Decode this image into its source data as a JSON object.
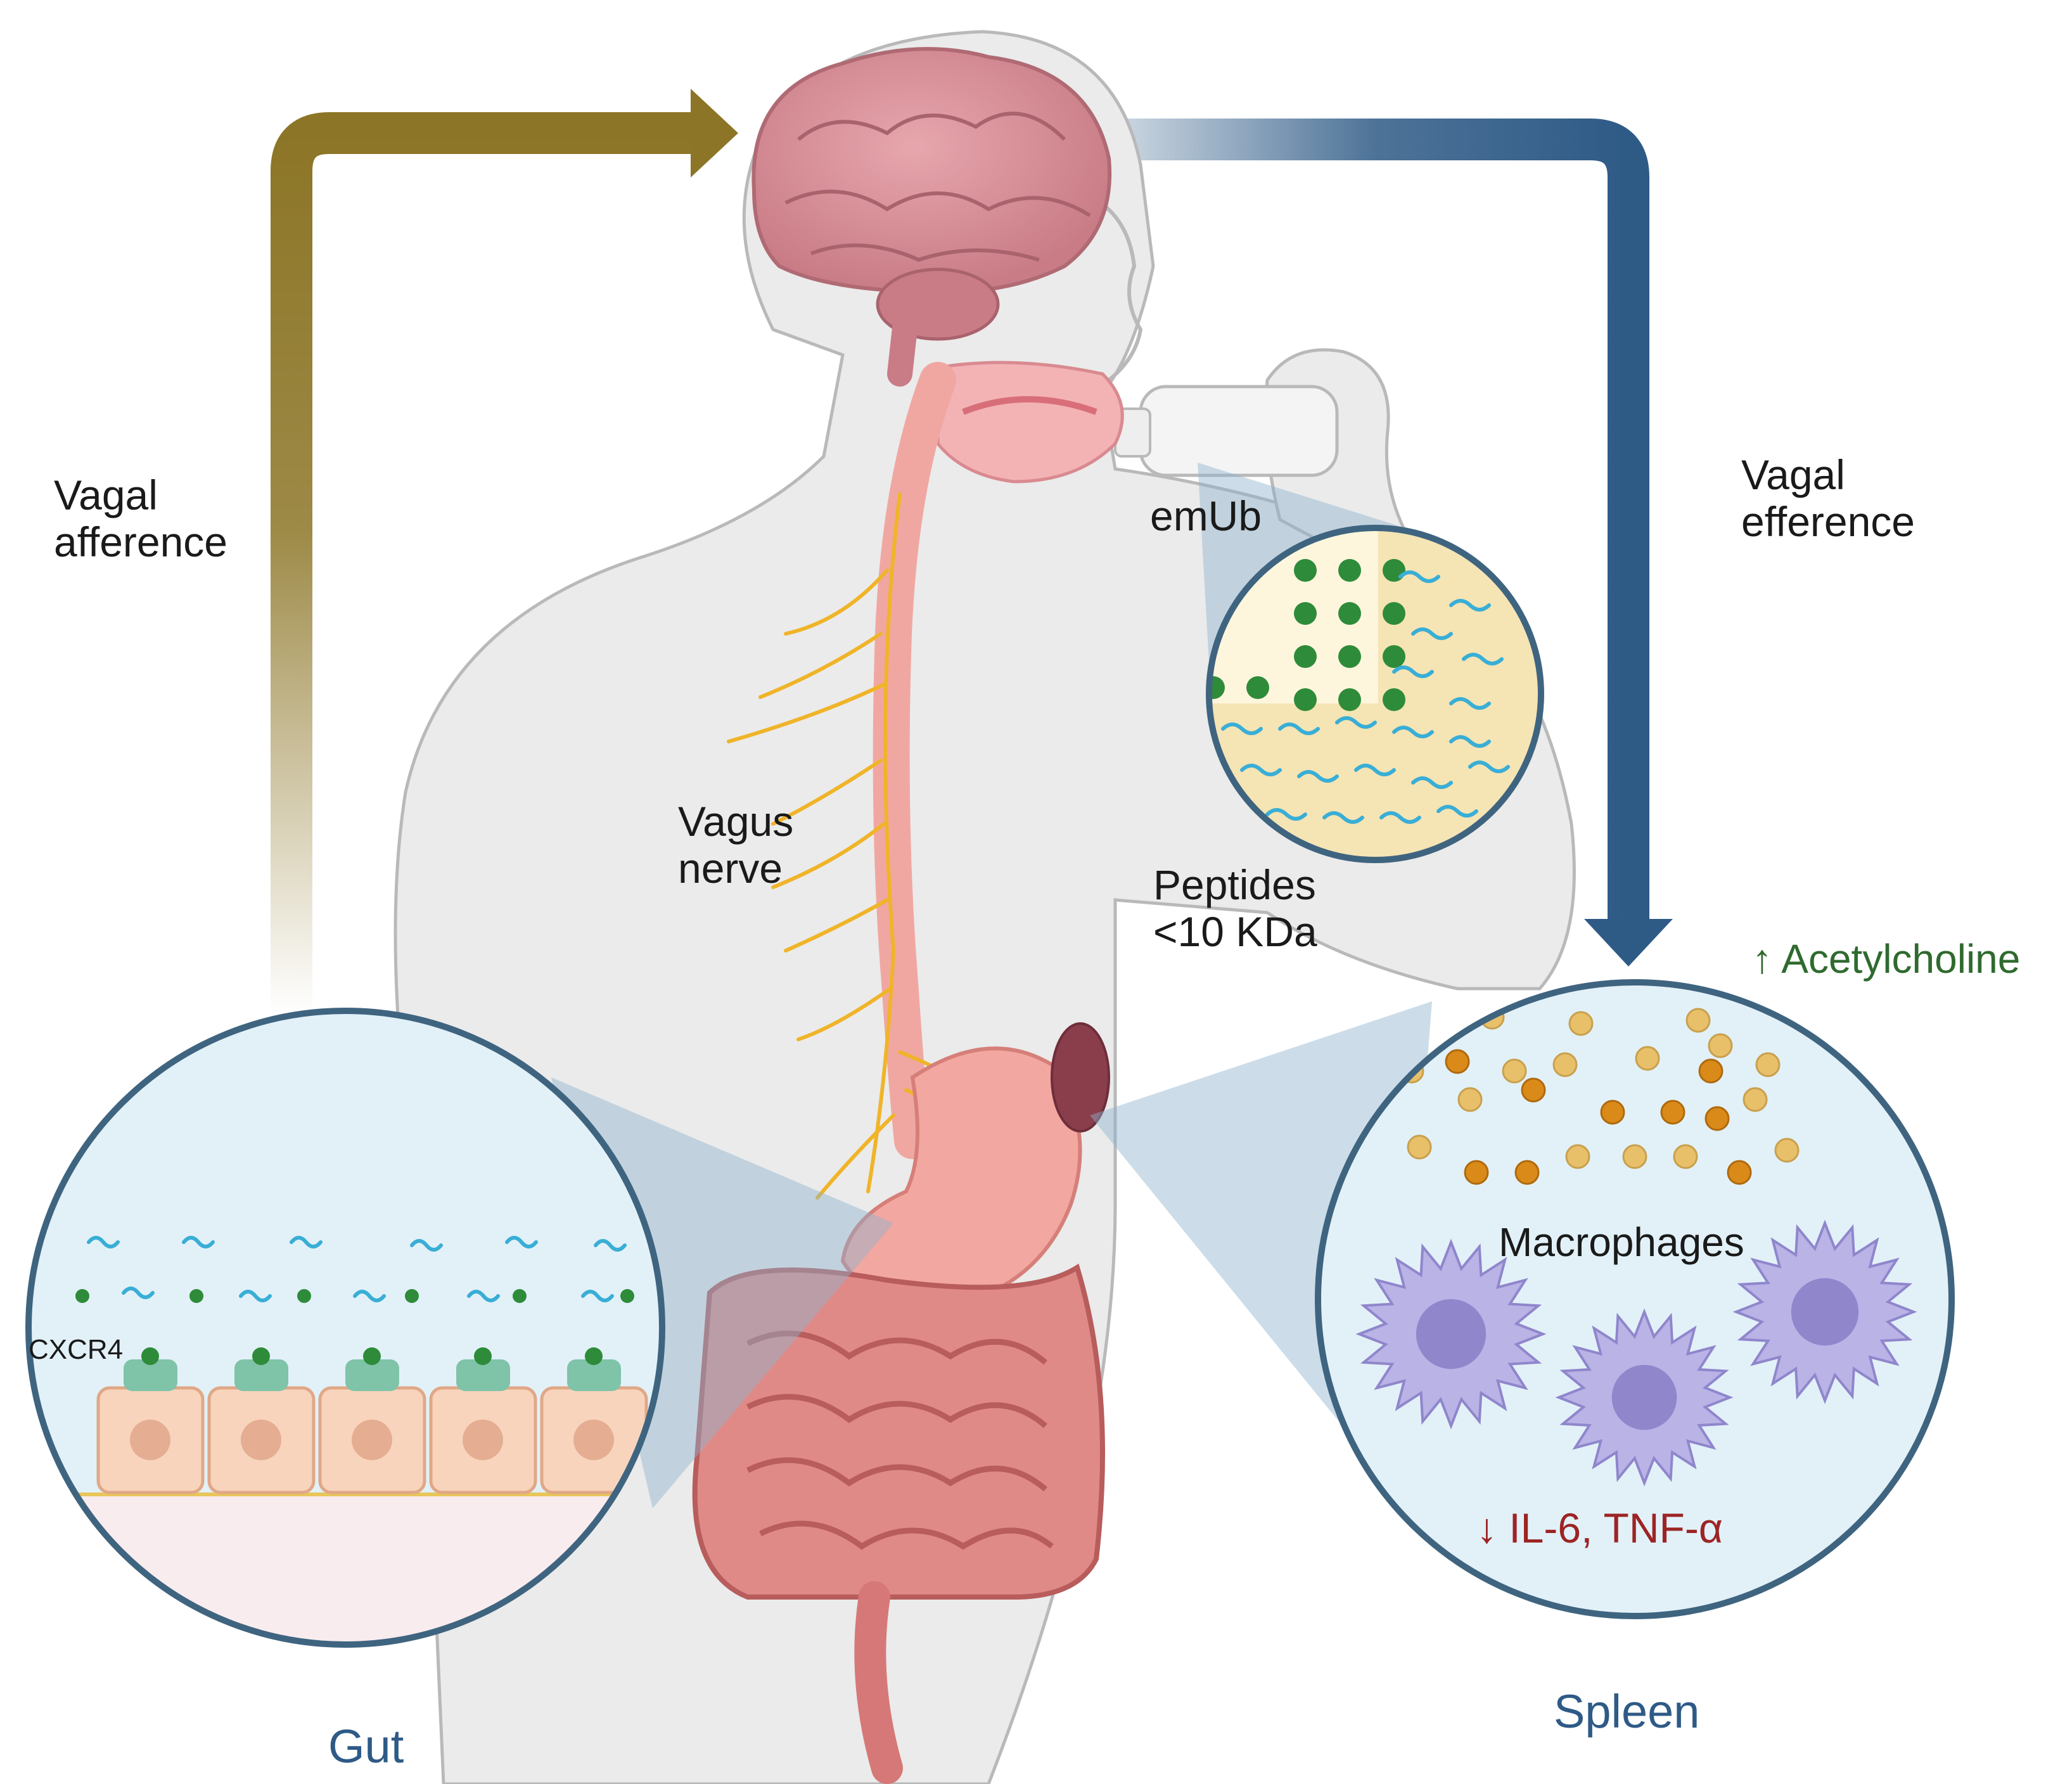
{
  "labels": {
    "vagal_afference": "Vagal\nafference",
    "vagal_efference": "Vagal\nefference",
    "emub": "emUb",
    "vagus_nerve": "Vagus\nnerve",
    "peptides": "Peptides\n<10 KDa",
    "acetylcholine": "↑ Acetylcholine",
    "cxcr4": "CXCR4",
    "macrophages": "Macrophages",
    "cytokines": "↓ IL-6, TNF-α",
    "gut": "Gut",
    "spleen": "Spleen"
  },
  "colors": {
    "afferent_arrow": "#8c7526",
    "efferent_arrow": "#2e5a86",
    "zoom_fill": "#e2f1f8",
    "zoom_border": "#3f6480",
    "green_dot": "#2e8b3a",
    "peptide_line": "#39aed6",
    "nerve": "#f0b429",
    "macrophage": "#b9b3e6",
    "macrophage_nucleus": "#8f86cc",
    "bead_light": "#e8c06a",
    "bead_dark": "#d98a18"
  }
}
